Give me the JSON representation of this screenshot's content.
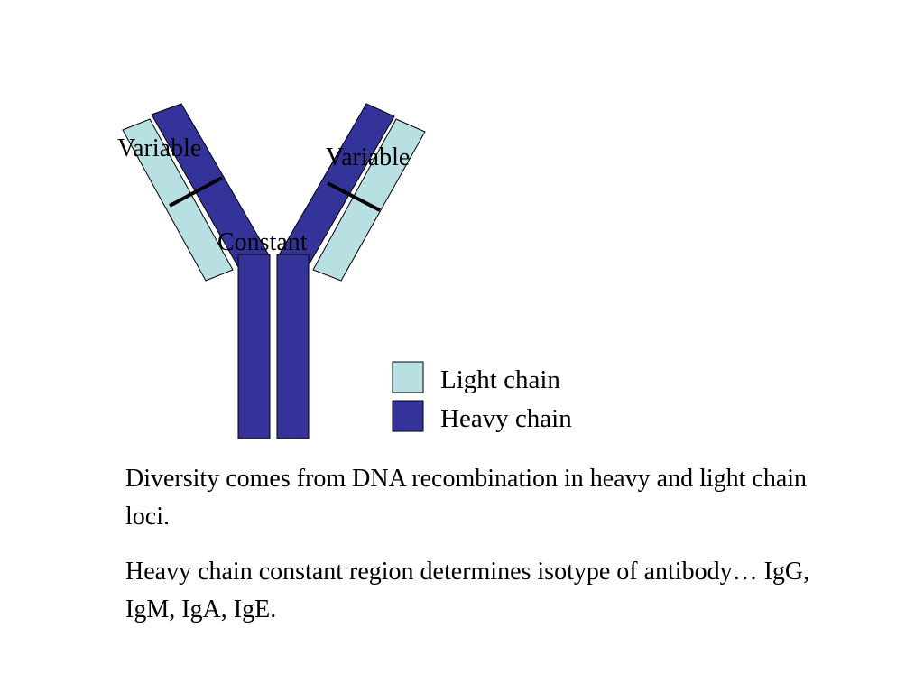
{
  "diagram": {
    "labels": {
      "variable_left": "Variable",
      "variable_right": "Variable",
      "constant": "Constant"
    },
    "legend": [
      {
        "label": "Light chain",
        "color": "#b8e0e3"
      },
      {
        "label": "Heavy chain",
        "color": "#333399"
      }
    ]
  },
  "text": {
    "paragraph_1": "Diversity comes from DNA recombination in heavy and light chain loci.",
    "paragraph_2": "Heavy chain constant region determines isotype of antibody… IgG, IgM, IgA, IgE."
  }
}
